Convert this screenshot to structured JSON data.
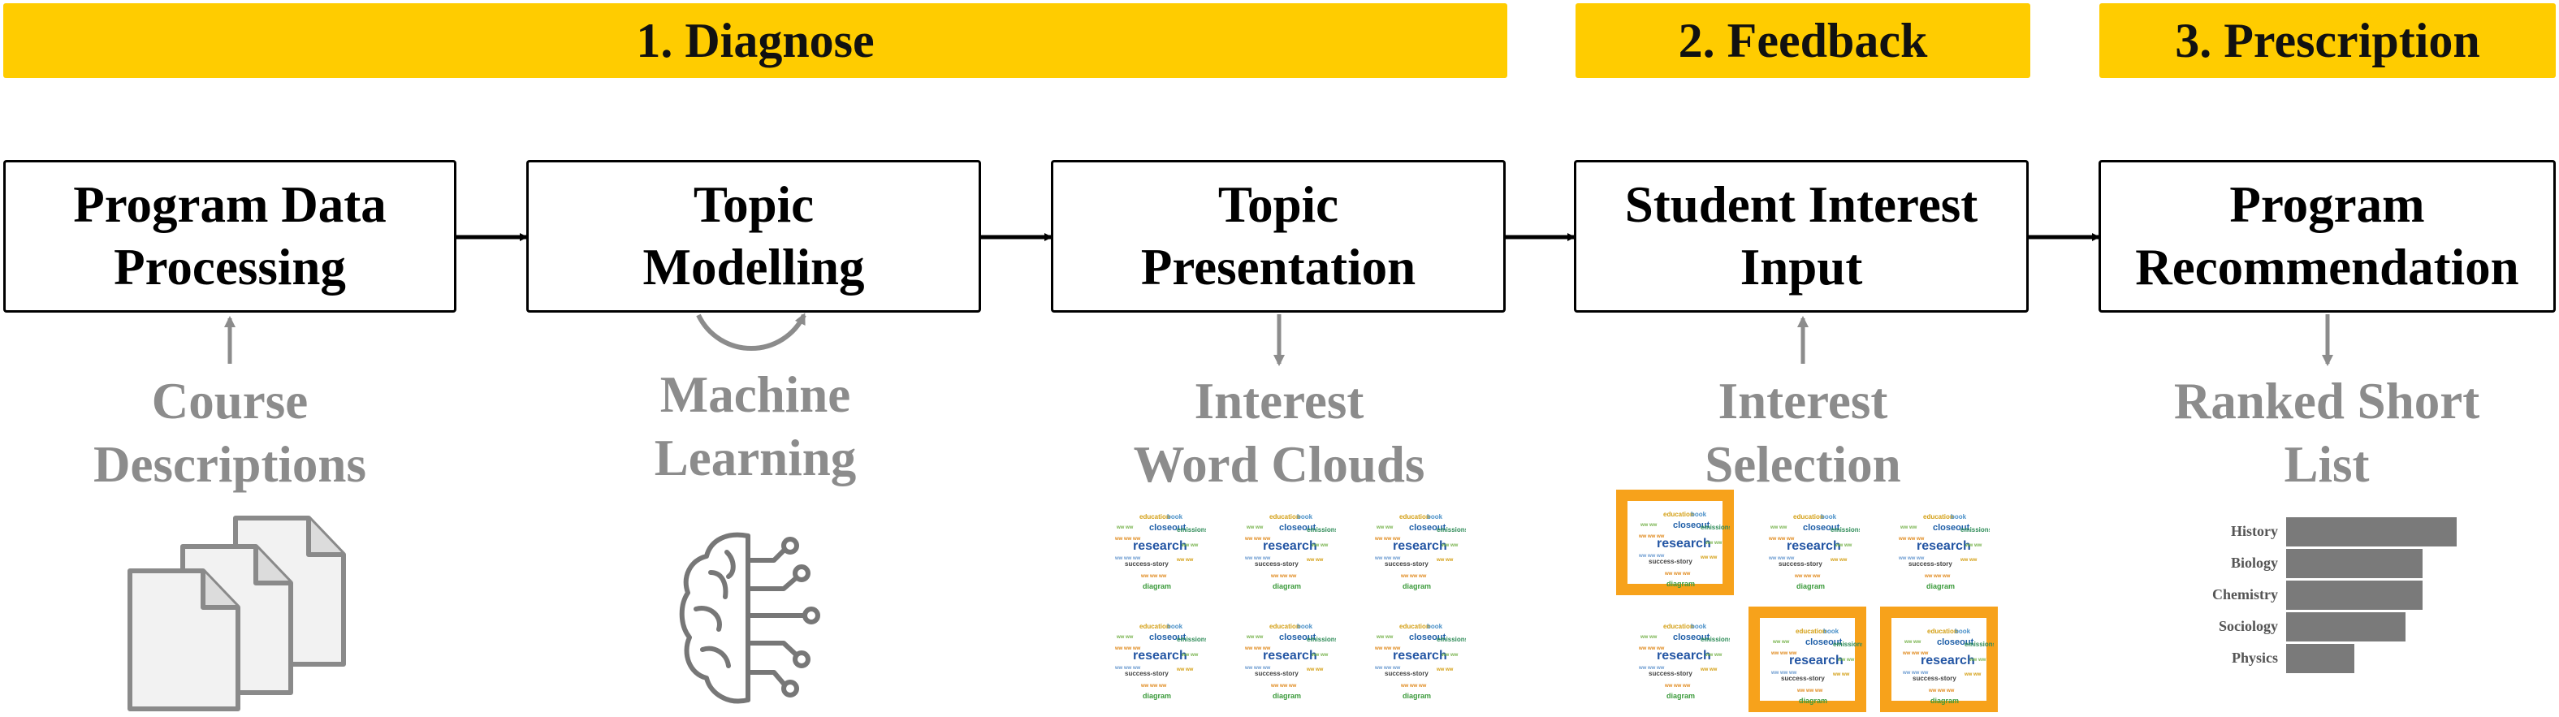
{
  "stages": {
    "diagnose": "1. Diagnose",
    "feedback": "2. Feedback",
    "prescription": "3. Prescription"
  },
  "steps": [
    {
      "line1": "Program Data",
      "line2": "Processing"
    },
    {
      "line1": "Topic",
      "line2": "Modelling"
    },
    {
      "line1": "Topic",
      "line2": "Presentation"
    },
    {
      "line1": "Student Interest",
      "line2": "Input"
    },
    {
      "line1": "Program",
      "line2": "Recommendation"
    }
  ],
  "artifacts": [
    {
      "line1": "Course",
      "line2": "Descriptions"
    },
    {
      "line1": "Machine",
      "line2": "Learning"
    },
    {
      "line1": "Interest",
      "line2": "Word Clouds"
    },
    {
      "line1": "Interest",
      "line2": "Selection"
    },
    {
      "line1": "Ranked Short",
      "line2": "List"
    }
  ],
  "word_cloud": {
    "words": [
      "education",
      "book",
      "closeout",
      "emissions",
      "research",
      "success-story",
      "diagram"
    ]
  },
  "short_list": {
    "items": [
      {
        "label": "History",
        "value": 1.0
      },
      {
        "label": "Biology",
        "value": 0.8
      },
      {
        "label": "Chemistry",
        "value": 0.8
      },
      {
        "label": "Sociology",
        "value": 0.7
      },
      {
        "label": "Physics",
        "value": 0.4
      }
    ]
  },
  "colors": {
    "banner": "#FFCC00",
    "selection_border": "#F7A21B",
    "muted_text": "#8c8c8c",
    "bar": "#7a7a7a"
  },
  "icons": [
    "documents-icon",
    "brain-circuit-icon",
    "cycle-arrow-icon",
    "word-cloud-icon"
  ]
}
